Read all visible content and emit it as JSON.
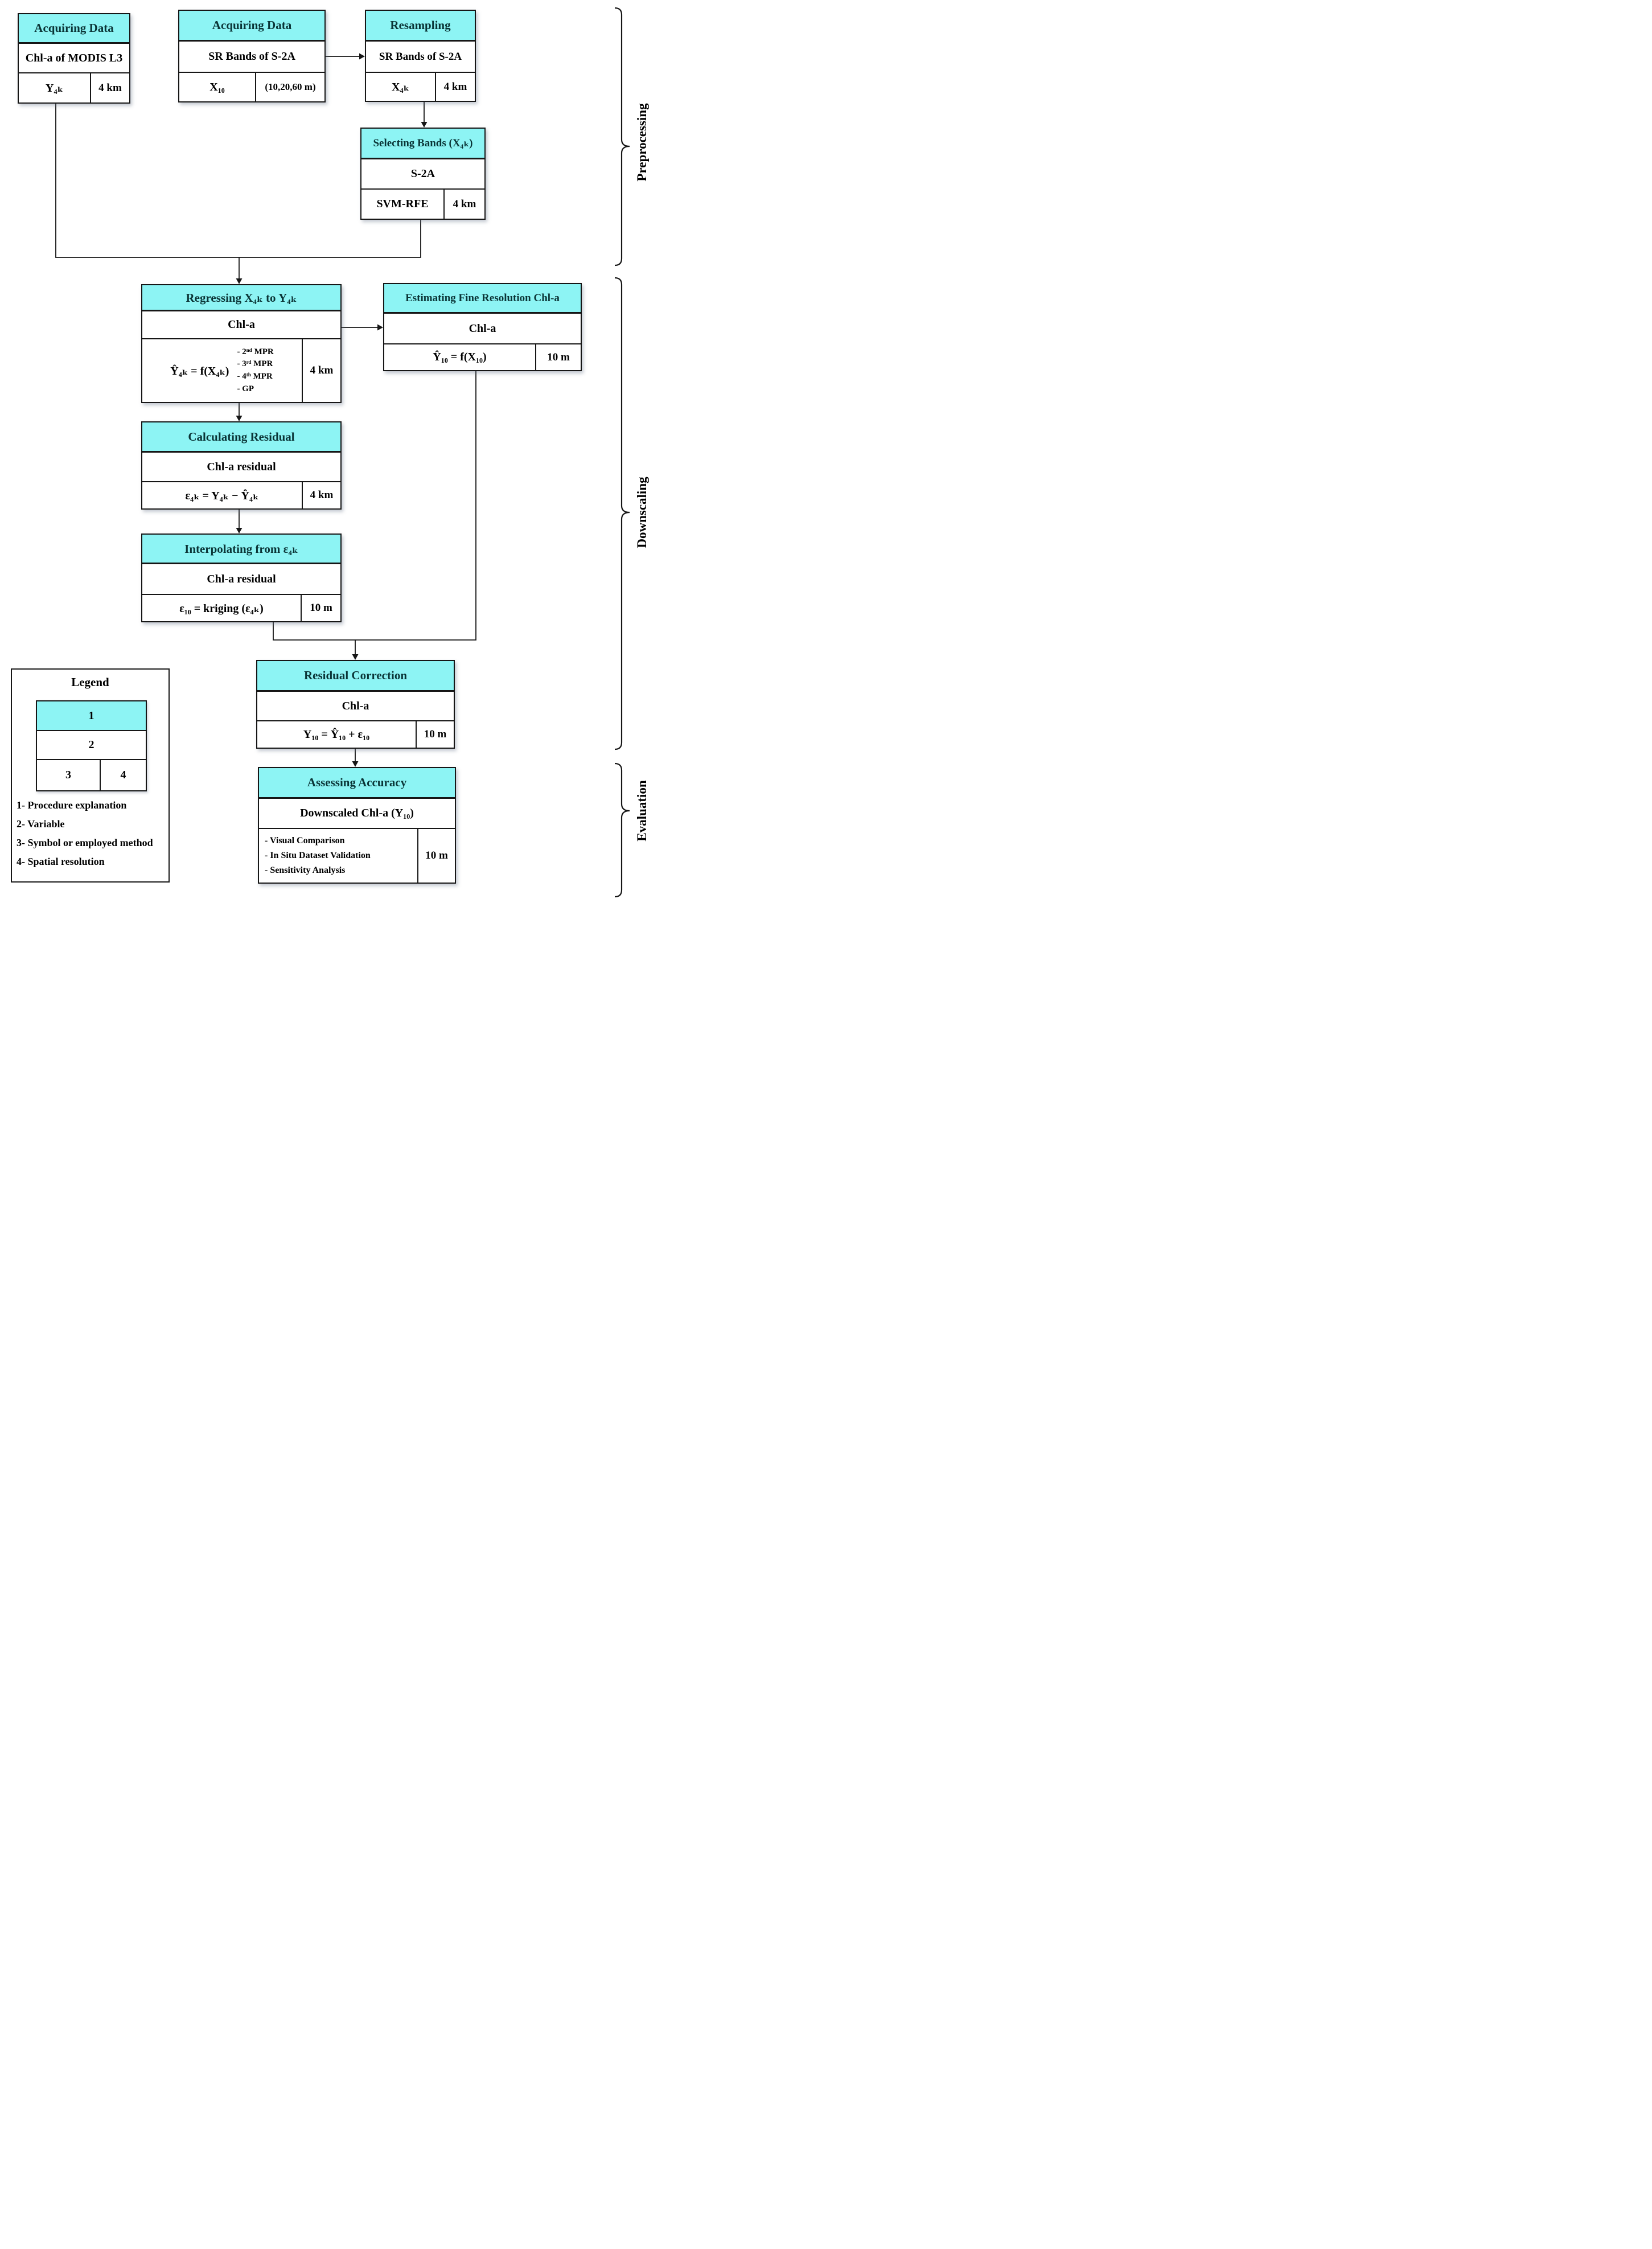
{
  "colors": {
    "header_fill": "#8df4f4",
    "header_text": "#0a3436",
    "line": "#161616"
  },
  "sections": {
    "preprocessing": "Preprocessing",
    "downscaling": "Downscaling",
    "evaluation": "Evaluation"
  },
  "boxes": {
    "acquiring_modis": {
      "header": "Acquiring Data",
      "variable": "Chl-a of MODIS L3",
      "symbol": "Y₄ₖ",
      "resolution": "4 km"
    },
    "acquiring_s2a": {
      "header": "Acquiring Data",
      "variable": "SR Bands of S-2A",
      "symbol": "X₁₀",
      "resolution": "(10,20,60 m)"
    },
    "resampling": {
      "header": "Resampling",
      "variable": "SR Bands of S-2A",
      "symbol": "X₄ₖ",
      "resolution": "4 km"
    },
    "selecting_bands": {
      "header": "Selecting Bands (X₄ₖ)",
      "variable": "S-2A",
      "symbol": "SVM-RFE",
      "resolution": "4 km"
    },
    "regressing": {
      "header": "Regressing X₄ₖ to Y₄ₖ",
      "variable": "Chl-a",
      "symbol": "Ŷ₄ₖ = f(X₄ₖ)",
      "methods": [
        "- 2ⁿᵈ MPR",
        "- 3ʳᵈ MPR",
        "- 4ᵗʰ MPR",
        "- GP"
      ],
      "resolution": "4 km"
    },
    "estimating": {
      "header": "Estimating Fine Resolution Chl-a",
      "variable": "Chl-a",
      "symbol": "Ŷ₁₀ = f(X₁₀)",
      "resolution": "10 m"
    },
    "calculating_residual": {
      "header": "Calculating Residual",
      "variable": "Chl-a residual",
      "symbol": "ε₄ₖ = Y₄ₖ − Ŷ₄ₖ",
      "resolution": "4 km"
    },
    "interpolating": {
      "header": "Interpolating from ε₄ₖ",
      "variable": "Chl-a residual",
      "symbol": "ε₁₀ = kriging (ε₄ₖ)",
      "resolution": "10 m"
    },
    "residual_correction": {
      "header": "Residual Correction",
      "variable": "Chl-a",
      "symbol": "Y₁₀ = Ŷ₁₀ + ε₁₀",
      "resolution": "10 m"
    },
    "assessing": {
      "header": "Assessing Accuracy",
      "variable": "Downscaled Chl-a (Y₁₀)",
      "methods": [
        "- Visual Comparison",
        "- In Situ Dataset Validation",
        "- Sensitivity Analysis"
      ],
      "resolution": "10 m"
    }
  },
  "legend": {
    "title": "Legend",
    "sample": {
      "c1": "1",
      "c2": "2",
      "c3": "3",
      "c4": "4"
    },
    "notes": [
      "1- Procedure explanation",
      "2- Variable",
      "3- Symbol or employed method",
      "4- Spatial resolution"
    ]
  }
}
